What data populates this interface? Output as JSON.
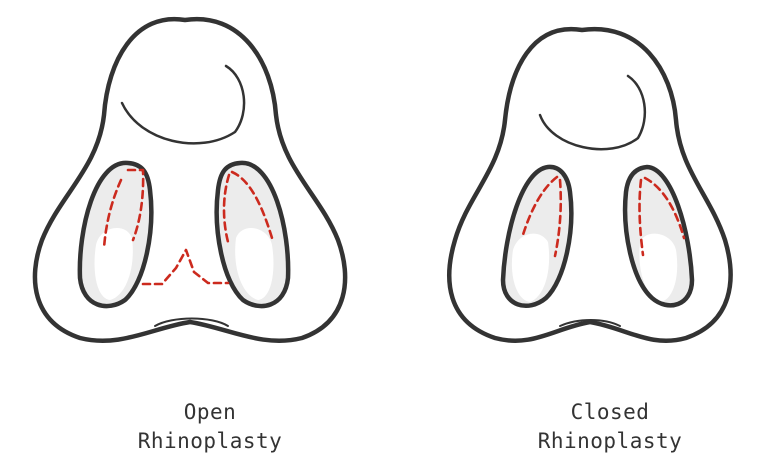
{
  "diagrams": [
    {
      "id": "open",
      "caption_line1": "Open",
      "caption_line2": "Rhinoplasty"
    },
    {
      "id": "closed",
      "caption_line1": "Closed",
      "caption_line2": "Rhinoplasty"
    }
  ],
  "colors": {
    "outline": "#333333",
    "incision": "#cc2a1e",
    "nostril_fill": "#ececec",
    "highlight": "#ffffff",
    "text": "#333333",
    "background": "#ffffff"
  },
  "icons": {
    "nose": "nose-base-outline-icon",
    "nostril": "nostril-icon",
    "incision": "incision-line-icon"
  }
}
